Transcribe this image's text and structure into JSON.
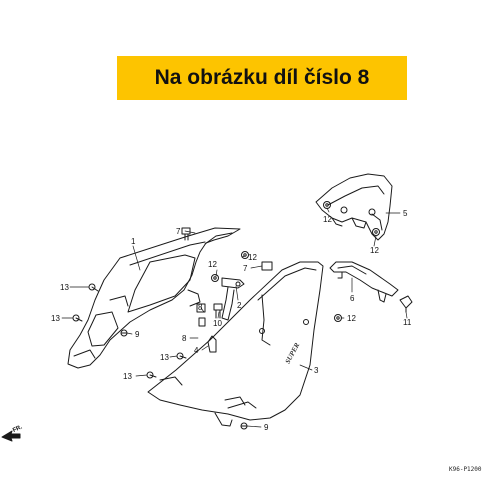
{
  "banner": {
    "text": "Na obrázku díl číslo 8",
    "background": "#fdc400"
  },
  "diagram": {
    "callouts": [
      {
        "id": "c1",
        "text": "1"
      },
      {
        "id": "c2",
        "text": "2"
      },
      {
        "id": "c3",
        "text": "3"
      },
      {
        "id": "c4",
        "text": "4"
      },
      {
        "id": "c5",
        "text": "5"
      },
      {
        "id": "c6",
        "text": "6"
      },
      {
        "id": "c7a",
        "text": "7"
      },
      {
        "id": "c7b",
        "text": "7"
      },
      {
        "id": "c8a",
        "text": "8"
      },
      {
        "id": "c8b",
        "text": "8"
      },
      {
        "id": "c9a",
        "text": "9"
      },
      {
        "id": "c9b",
        "text": "9"
      },
      {
        "id": "c10",
        "text": "10"
      },
      {
        "id": "c11",
        "text": "11"
      },
      {
        "id": "c12a",
        "text": "12"
      },
      {
        "id": "c12b",
        "text": "12"
      },
      {
        "id": "c12c",
        "text": "12"
      },
      {
        "id": "c12d",
        "text": "12"
      },
      {
        "id": "c12e",
        "text": "12"
      },
      {
        "id": "c13a",
        "text": "13"
      },
      {
        "id": "c13b",
        "text": "13"
      },
      {
        "id": "c13c",
        "text": "13"
      },
      {
        "id": "c13d",
        "text": "13"
      }
    ],
    "brand_mark": "SUPER",
    "front_marker": "FR.",
    "drawing_code": "K96-P1200"
  }
}
